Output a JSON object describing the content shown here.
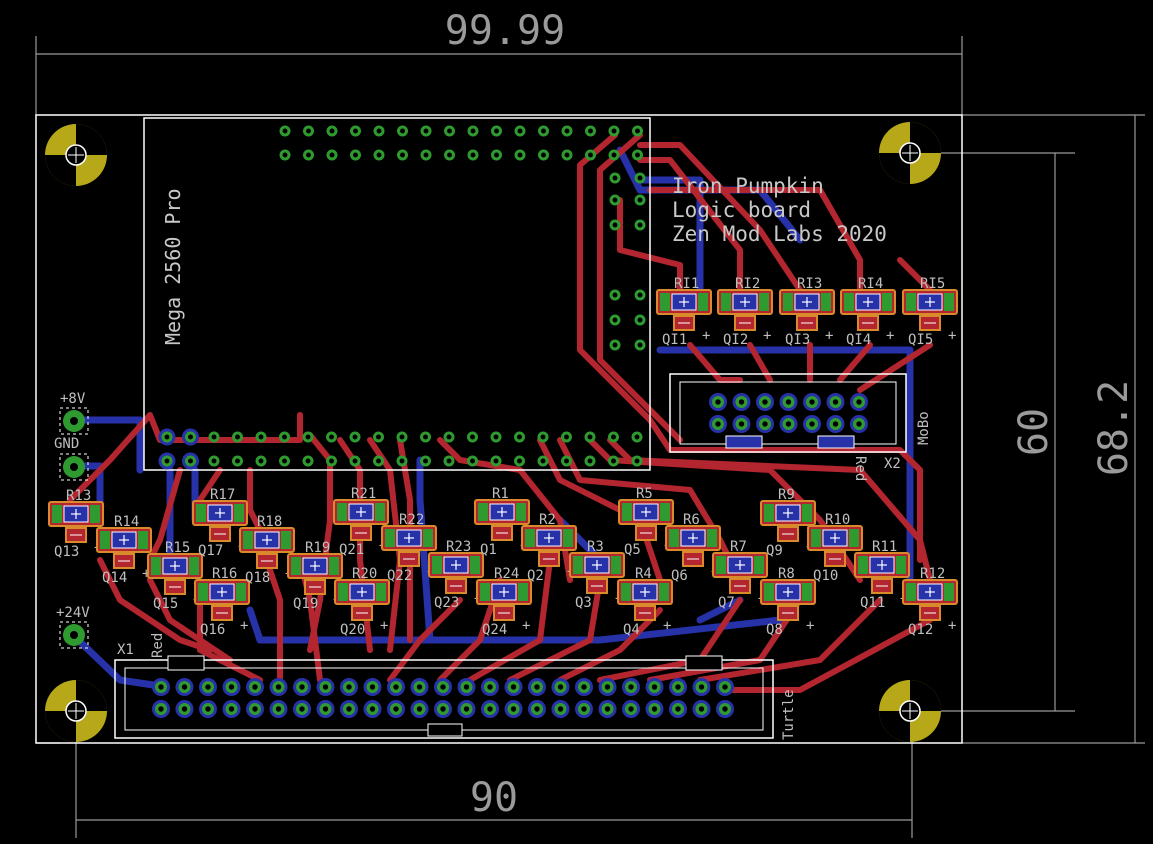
{
  "board": {
    "title_lines": [
      "Iron Pumpkin",
      "Logic board",
      "Zen Mod Labs 2020"
    ],
    "mcu_label": "Mega 2560 Pro",
    "colors": {
      "background": "#000000",
      "outline": "#ffffff",
      "top_copper": "#b3262f",
      "bottom_copper": "#2731a8",
      "pad": "#2f9a2f",
      "silk": "#c8c8c8",
      "dimension": "#9a9a9a",
      "mount_hole": "#b7a81a"
    }
  },
  "dimensions": {
    "top": "99.99",
    "bottom": "90",
    "right_inner": "60",
    "right_outer": "68.2"
  },
  "power": {
    "p8v": "+8V",
    "gnd": "GND",
    "p24v": "+24V"
  },
  "connectors": {
    "mobo": "MoBo",
    "mobo_ref": "X2",
    "mobo_pin1": "Red",
    "turtle": "Turtle",
    "turtle_ref": "X1",
    "turtle_pin1": "Red"
  },
  "parts": {
    "r": [
      "R1",
      "R2",
      "R3",
      "R4",
      "R5",
      "R6",
      "R7",
      "R8",
      "R9",
      "R10",
      "R11",
      "R12",
      "R13",
      "R14",
      "R15",
      "R16",
      "R17",
      "R18",
      "R19",
      "R20",
      "R21",
      "R22",
      "R23",
      "R24"
    ],
    "q": [
      "Q1",
      "Q2",
      "Q3",
      "Q4",
      "Q5",
      "Q6",
      "Q7",
      "Q8",
      "Q9",
      "Q10",
      "Q11",
      "Q12",
      "Q13",
      "Q14",
      "Q15",
      "Q16",
      "Q17",
      "Q18",
      "Q19",
      "Q20",
      "Q21",
      "Q22",
      "Q23",
      "Q24"
    ],
    "ri": [
      "RI1",
      "RI2",
      "RI3",
      "RI4",
      "RI5"
    ],
    "qi": [
      "QI1",
      "QI2",
      "QI3",
      "QI4",
      "QI5"
    ]
  }
}
